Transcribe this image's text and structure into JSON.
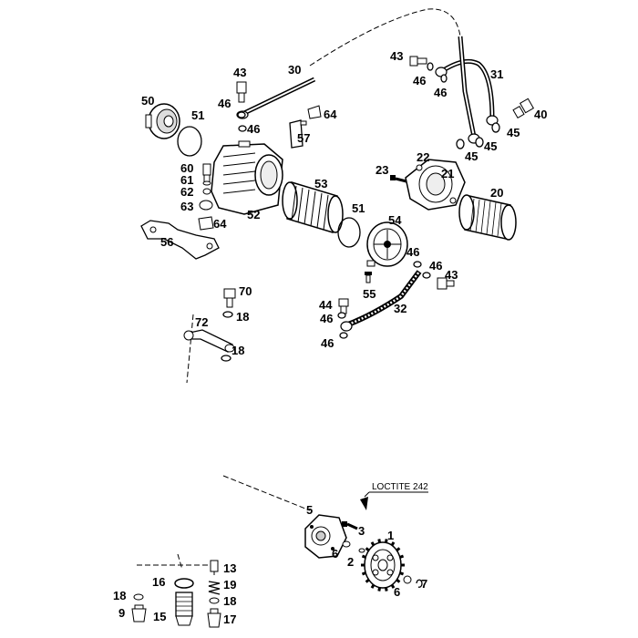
{
  "diagram": {
    "type": "exploded-parts-view",
    "note": "LOCTITE 242",
    "callouts": [
      {
        "id": "c1",
        "num": "1"
      },
      {
        "id": "c2",
        "num": "2"
      },
      {
        "id": "c3",
        "num": "3"
      },
      {
        "id": "c5",
        "num": "5"
      },
      {
        "id": "c6a",
        "num": "6"
      },
      {
        "id": "c6b",
        "num": "6"
      },
      {
        "id": "c7",
        "num": "7"
      },
      {
        "id": "c9",
        "num": "9"
      },
      {
        "id": "c13",
        "num": "13"
      },
      {
        "id": "c15",
        "num": "15"
      },
      {
        "id": "c16",
        "num": "16"
      },
      {
        "id": "c17",
        "num": "17"
      },
      {
        "id": "c18a",
        "num": "18"
      },
      {
        "id": "c18b",
        "num": "18"
      },
      {
        "id": "c18c",
        "num": "18"
      },
      {
        "id": "c18d",
        "num": "18"
      },
      {
        "id": "c19",
        "num": "19"
      },
      {
        "id": "c20",
        "num": "20"
      },
      {
        "id": "c21",
        "num": "21"
      },
      {
        "id": "c22",
        "num": "22"
      },
      {
        "id": "c23",
        "num": "23"
      },
      {
        "id": "c30",
        "num": "30"
      },
      {
        "id": "c31",
        "num": "31"
      },
      {
        "id": "c32",
        "num": "32"
      },
      {
        "id": "c40",
        "num": "40"
      },
      {
        "id": "c43a",
        "num": "43"
      },
      {
        "id": "c43b",
        "num": "43"
      },
      {
        "id": "c43c",
        "num": "43"
      },
      {
        "id": "c44",
        "num": "44"
      },
      {
        "id": "c45a",
        "num": "45"
      },
      {
        "id": "c45b",
        "num": "45"
      },
      {
        "id": "c45c",
        "num": "45"
      },
      {
        "id": "c46a",
        "num": "46"
      },
      {
        "id": "c46b",
        "num": "46"
      },
      {
        "id": "c46c",
        "num": "46"
      },
      {
        "id": "c46d",
        "num": "46"
      },
      {
        "id": "c46e",
        "num": "46"
      },
      {
        "id": "c46f",
        "num": "46"
      },
      {
        "id": "c46g",
        "num": "46"
      },
      {
        "id": "c46h",
        "num": "46"
      },
      {
        "id": "c50",
        "num": "50"
      },
      {
        "id": "c51a",
        "num": "51"
      },
      {
        "id": "c51b",
        "num": "51"
      },
      {
        "id": "c52",
        "num": "52"
      },
      {
        "id": "c53",
        "num": "53"
      },
      {
        "id": "c54",
        "num": "54"
      },
      {
        "id": "c55",
        "num": "55"
      },
      {
        "id": "c56",
        "num": "56"
      },
      {
        "id": "c57",
        "num": "57"
      },
      {
        "id": "c60",
        "num": "60"
      },
      {
        "id": "c61",
        "num": "61"
      },
      {
        "id": "c62",
        "num": "62"
      },
      {
        "id": "c63",
        "num": "63"
      },
      {
        "id": "c64a",
        "num": "64"
      },
      {
        "id": "c64b",
        "num": "64"
      },
      {
        "id": "c70",
        "num": "70"
      },
      {
        "id": "c72",
        "num": "72"
      }
    ]
  }
}
